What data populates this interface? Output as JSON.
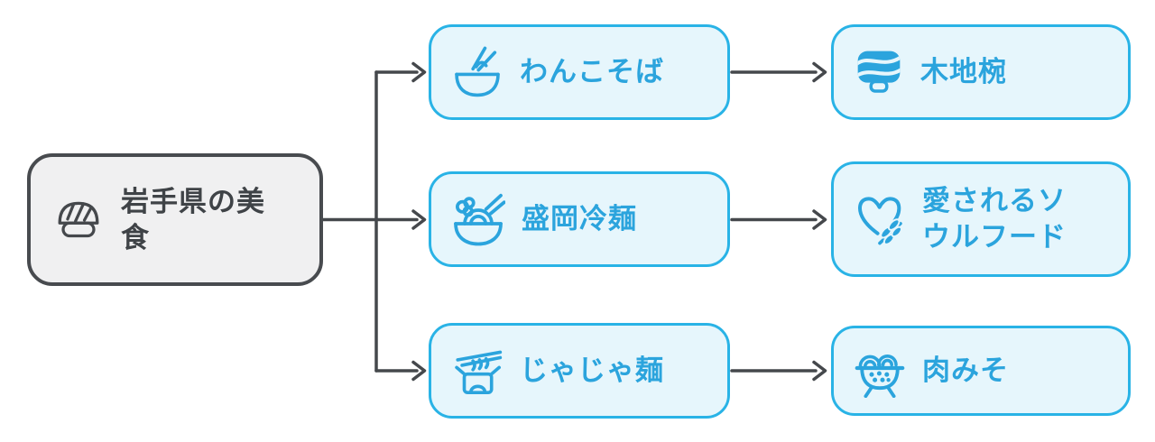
{
  "diagram": {
    "root": {
      "label": "岩手県の美食",
      "icon": "sushi-icon"
    },
    "branches": [
      {
        "node": {
          "label": "わんこそば",
          "icon": "soba-bowl-chopsticks-icon"
        },
        "child": {
          "label": "木地椀",
          "icon": "wooden-bowl-icon"
        }
      },
      {
        "node": {
          "label": "盛岡冷麺",
          "icon": "cold-noodle-bowl-icon"
        },
        "child": {
          "label": "愛されるソウルフード",
          "icon": "heart-leaf-icon"
        }
      },
      {
        "node": {
          "label": "じゃじゃ麺",
          "icon": "takeout-box-icon"
        },
        "child": {
          "label": "肉みそ",
          "icon": "colander-noodles-icon"
        }
      }
    ],
    "colors": {
      "background": "#ffffff",
      "arrow_gray": "#45484c",
      "root_border_gray": "#484b4f",
      "root_fill_gray": "#f0f0f1",
      "root_text_gray": "#3f4347",
      "node_border_blue": "#29b3e6",
      "node_fill_blue": "#e6f6fc",
      "node_text_blue": "#2ba4dd"
    }
  }
}
